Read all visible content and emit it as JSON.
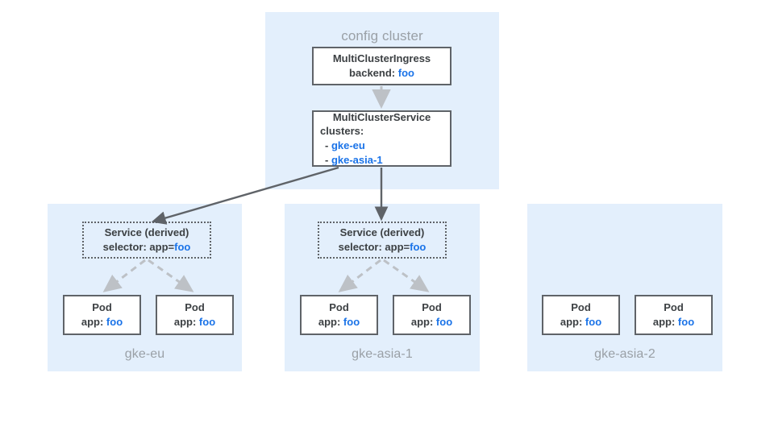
{
  "diagram": {
    "title_config": "config cluster",
    "config_cluster": {
      "label": "config cluster",
      "mci": {
        "name": "MultiClusterIngress",
        "backend_label": "backend: ",
        "backend_value": "foo"
      },
      "mcs": {
        "name": "MultiClusterService",
        "clusters_label": "clusters:",
        "clusters": [
          {
            "prefix": "- ",
            "value": "gke-eu"
          },
          {
            "prefix": "- ",
            "value": "gke-asia-1"
          }
        ]
      }
    },
    "clusters": [
      {
        "label": "gke-eu",
        "has_service": true,
        "service": {
          "title": "Service (derived)",
          "selector_label": "selector: app=",
          "selector_value": "foo"
        },
        "pods": [
          {
            "title": "Pod",
            "app_label": "app: ",
            "app_value": "foo"
          },
          {
            "title": "Pod",
            "app_label": "app: ",
            "app_value": "foo"
          }
        ]
      },
      {
        "label": "gke-asia-1",
        "has_service": true,
        "service": {
          "title": "Service (derived)",
          "selector_label": "selector: app=",
          "selector_value": "foo"
        },
        "pods": [
          {
            "title": "Pod",
            "app_label": "app: ",
            "app_value": "foo"
          },
          {
            "title": "Pod",
            "app_label": "app: ",
            "app_value": "foo"
          }
        ]
      },
      {
        "label": "gke-asia-2",
        "has_service": false,
        "pods": [
          {
            "title": "Pod",
            "app_label": "app: ",
            "app_value": "foo"
          },
          {
            "title": "Pod",
            "app_label": "app: ",
            "app_value": "foo"
          }
        ]
      }
    ],
    "colors": {
      "panel_bg": "#e3effc",
      "box_border": "#5f6368",
      "accent_blue": "#1a73e8",
      "muted_label": "#9aa0a6",
      "arrow_dark": "#5f6368",
      "arrow_light": "#bdc1c6"
    }
  }
}
